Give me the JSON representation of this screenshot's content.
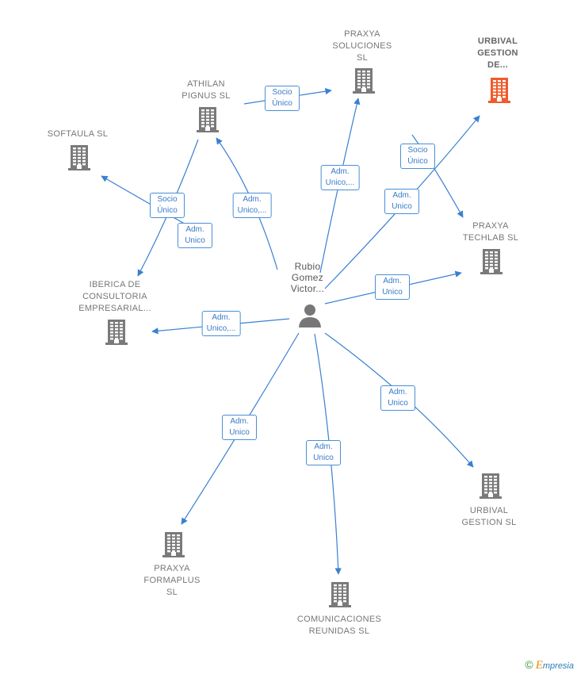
{
  "colors": {
    "edge": "#3a80d2",
    "building": "#7a7a7a",
    "building_highlight": "#f15a2b",
    "person": "#777777"
  },
  "person": {
    "label": "Rubio\nGomez\nVictor..."
  },
  "companies": [
    {
      "id": "praxya_soluciones",
      "label": "PRAXYA\nSOLUCIONES\nSL",
      "highlight": false
    },
    {
      "id": "urbival_gestion_de",
      "label": "URBIVAL\nGESTION\nDE...",
      "highlight": true
    },
    {
      "id": "athilan_pignus",
      "label": "ATHILAN\nPIGNUS  SL",
      "highlight": false
    },
    {
      "id": "softaula",
      "label": "SOFTAULA  SL",
      "highlight": false
    },
    {
      "id": "praxya_techlab",
      "label": "PRAXYA\nTECHLAB  SL",
      "highlight": false
    },
    {
      "id": "iberica",
      "label": "IBERICA DE\nCONSULTORIA\nEMPRESARIAL...",
      "highlight": false
    },
    {
      "id": "urbival_gestion",
      "label": "URBIVAL\nGESTION  SL",
      "highlight": false
    },
    {
      "id": "praxya_formaplus",
      "label": "PRAXYA\nFORMAPLUS\nSL",
      "highlight": false
    },
    {
      "id": "comunicaciones",
      "label": "COMUNICACIONES\nREUNIDAS SL",
      "highlight": false
    }
  ],
  "edges": [
    {
      "label": "Socio\nÚnico"
    },
    {
      "label": "Socio\nÚnico"
    },
    {
      "label": "Socio\nÚnico"
    },
    {
      "label": "Adm.\nUnico"
    },
    {
      "label": "Adm.\nUnico,..."
    },
    {
      "label": "Adm.\nUnico,..."
    },
    {
      "label": "Adm.\nUnico"
    },
    {
      "label": "Adm.\nUnico"
    },
    {
      "label": "Adm.\nUnico,..."
    },
    {
      "label": "Adm.\nUnico"
    },
    {
      "label": "Adm.\nUnico"
    },
    {
      "label": "Adm.\nUnico"
    }
  ],
  "footer": {
    "copyright": "©",
    "brand_initial": "E",
    "brand_rest": "mpresia"
  }
}
